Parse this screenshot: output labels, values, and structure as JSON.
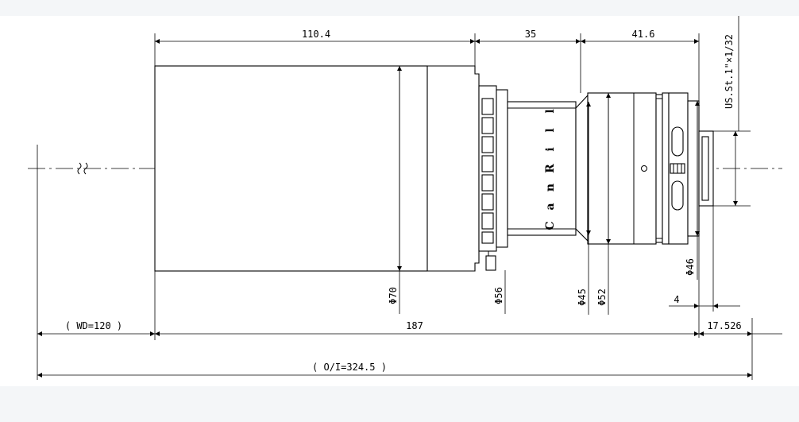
{
  "dimensions": {
    "d_110_4": "110.4",
    "d_35": "35",
    "d_41_6": "41.6",
    "thread": "US.St.1\"×1/32",
    "phi70": "Φ70",
    "phi56": "Φ56",
    "phi45": "Φ45",
    "phi52": "Φ52",
    "phi46": "Φ46",
    "d_4": "4",
    "wd": "( WD=120 )",
    "d_187": "187",
    "d_17_526": "17.526",
    "oi": "( O/I=324.5 )"
  },
  "brand": {
    "letters": [
      "C",
      "a",
      "n",
      "R",
      "i",
      "l",
      "l"
    ]
  }
}
